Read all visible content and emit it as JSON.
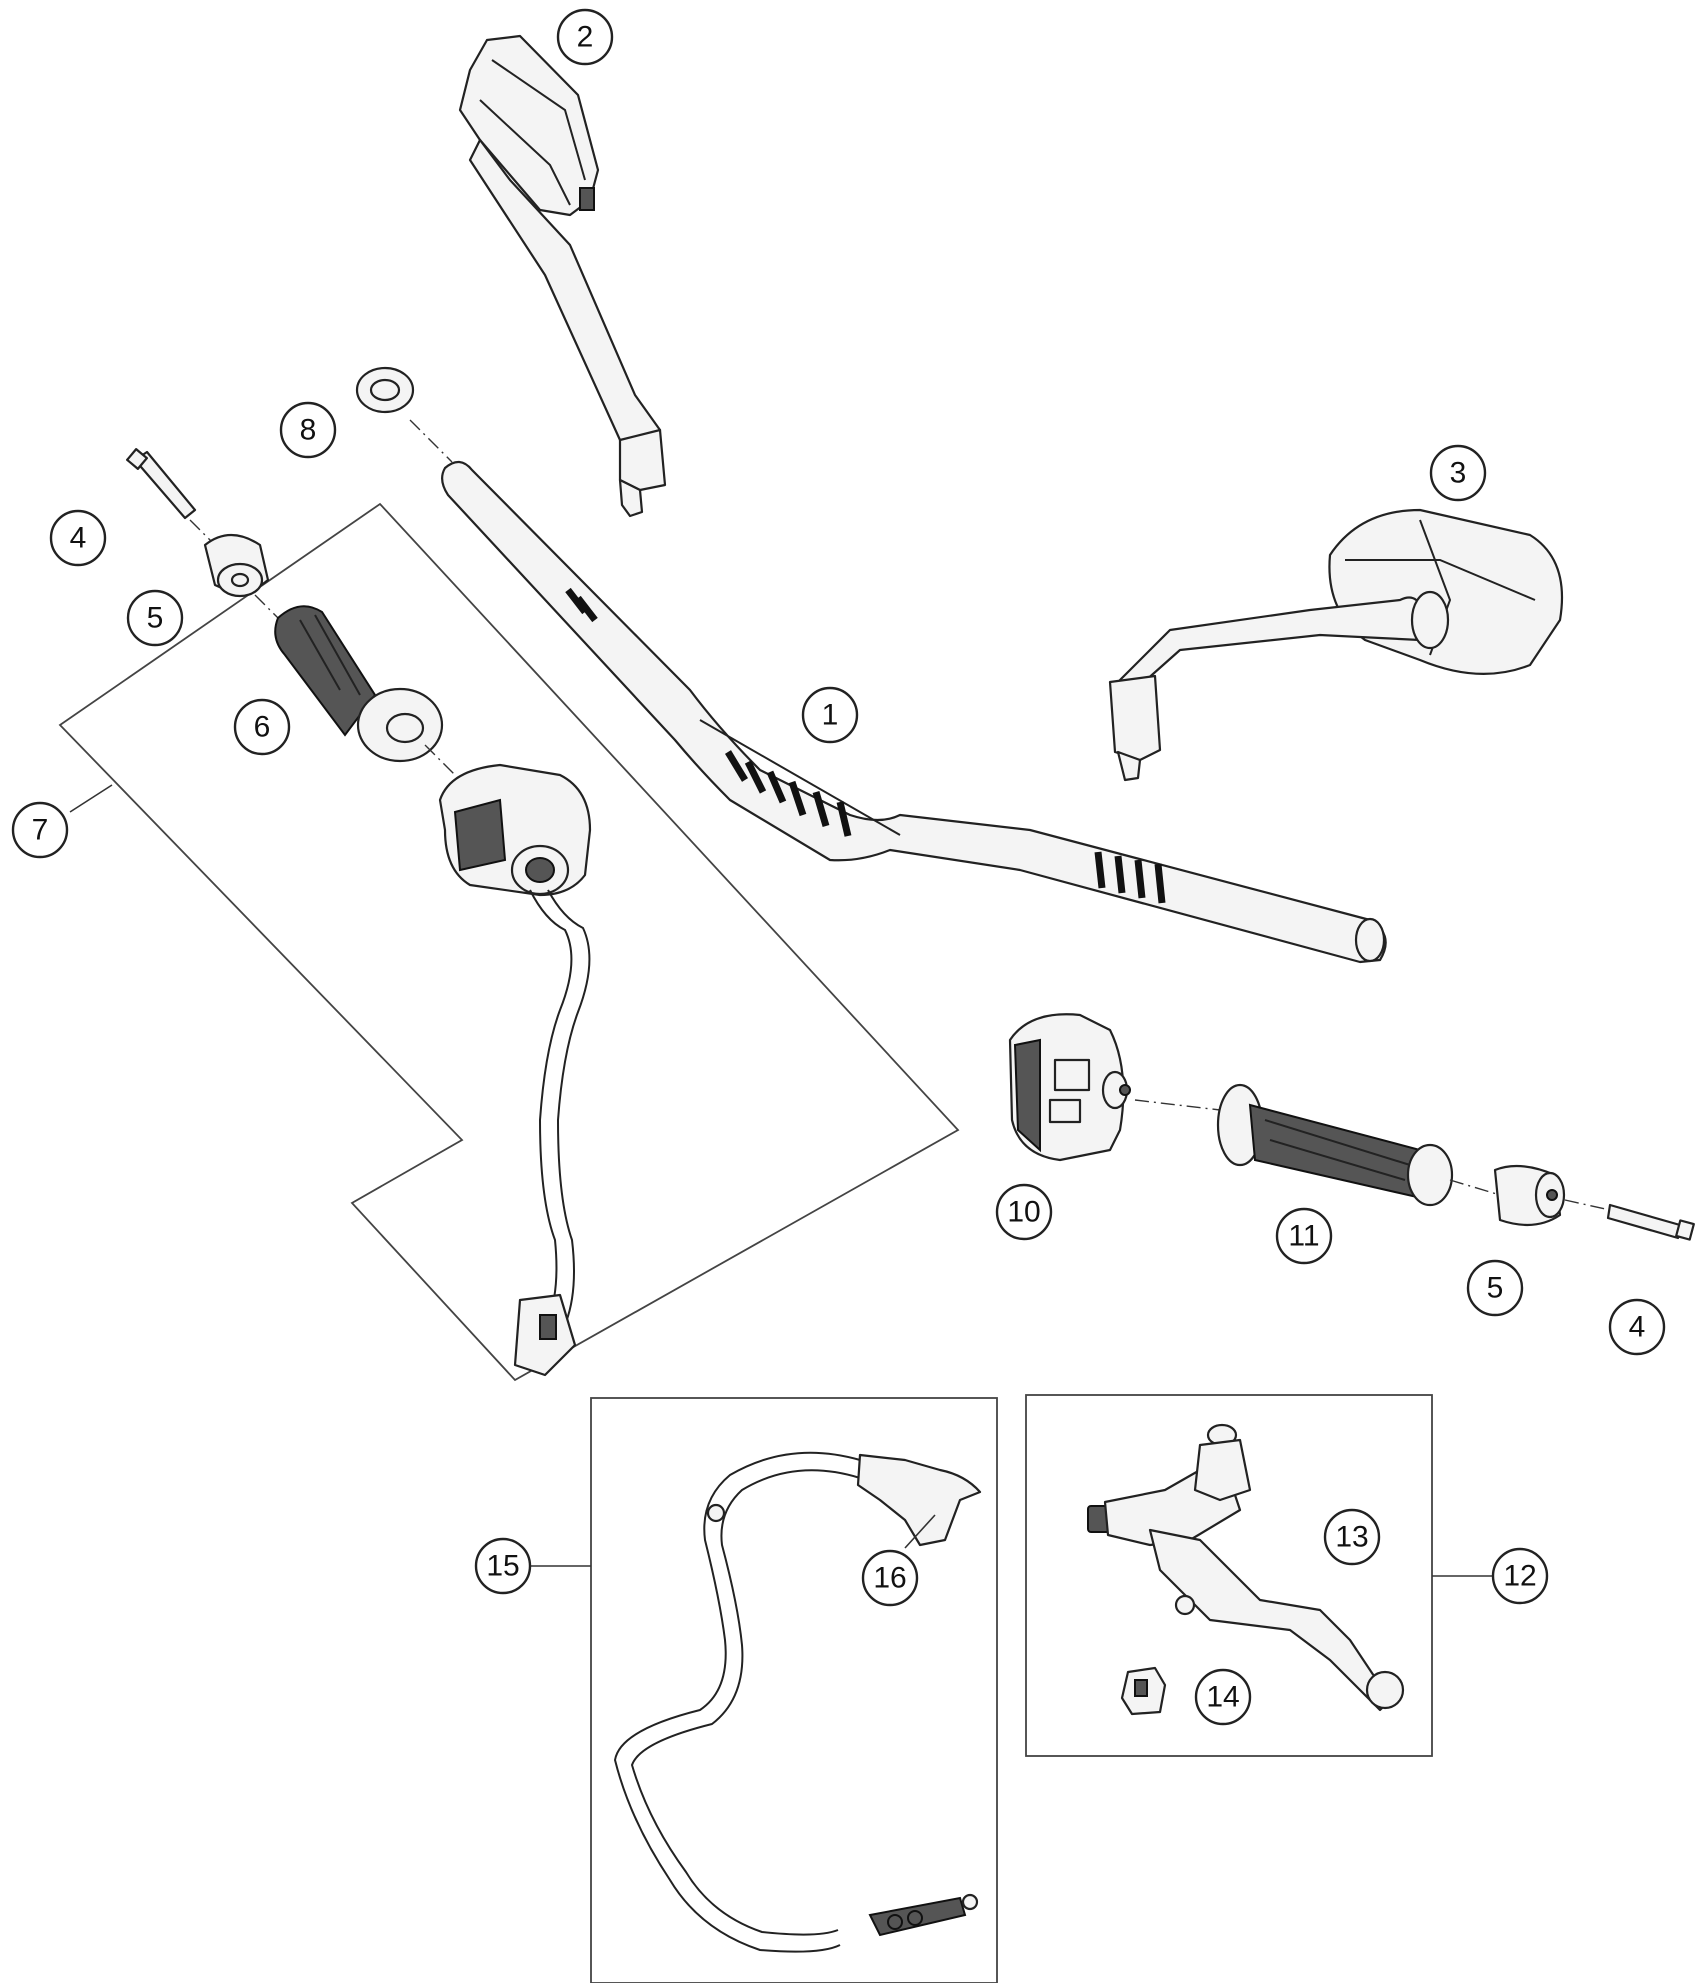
{
  "callouts": {
    "c1": "1",
    "c2": "2",
    "c3": "3",
    "c4a": "4",
    "c4b": "4",
    "c5a": "5",
    "c5b": "5",
    "c6": "6",
    "c7": "7",
    "c8": "8",
    "c10": "10",
    "c11": "11",
    "c12": "12",
    "c13": "13",
    "c14": "14",
    "c15": "15",
    "c16": "16"
  },
  "colors": {
    "line": "#222222",
    "fill": "#f4f4f4",
    "dark": "#555555",
    "background": "#ffffff"
  },
  "parts": [
    "handlebar",
    "mirror-left",
    "mirror-right",
    "bar-end-screw",
    "bar-end-weight",
    "grip-left",
    "switch-assembly-left",
    "bar-end-cap",
    "switch-right",
    "grip-right",
    "clutch-lever-assembly",
    "clutch-lever",
    "lever-clamp",
    "clutch-cable-assembly",
    "cable-adjuster"
  ]
}
